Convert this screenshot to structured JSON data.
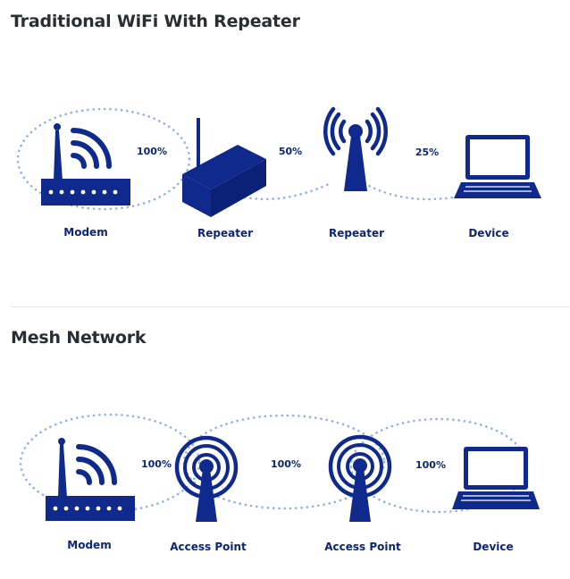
{
  "sections": [
    {
      "title": "Traditional WiFi With Repeater",
      "nodes": [
        {
          "label": "Modem",
          "icon": "modem-icon"
        },
        {
          "label": "Repeater",
          "icon": "repeater-box-icon"
        },
        {
          "label": "Repeater",
          "icon": "antenna-tower-icon"
        },
        {
          "label": "Device",
          "icon": "laptop-icon"
        }
      ],
      "links": [
        "100%",
        "50%",
        "25%"
      ]
    },
    {
      "title": "Mesh Network",
      "nodes": [
        {
          "label": "Modem",
          "icon": "modem-icon"
        },
        {
          "label": "Access Point",
          "icon": "access-point-icon"
        },
        {
          "label": "Access Point",
          "icon": "access-point-icon"
        },
        {
          "label": "Device",
          "icon": "laptop-icon"
        }
      ],
      "links": [
        "100%",
        "100%",
        "100%"
      ]
    }
  ],
  "colors": {
    "icon": "#0f2a8c",
    "label": "#0d2577",
    "signal_dots": "#8fb0e6",
    "heading": "#2a2d33"
  }
}
